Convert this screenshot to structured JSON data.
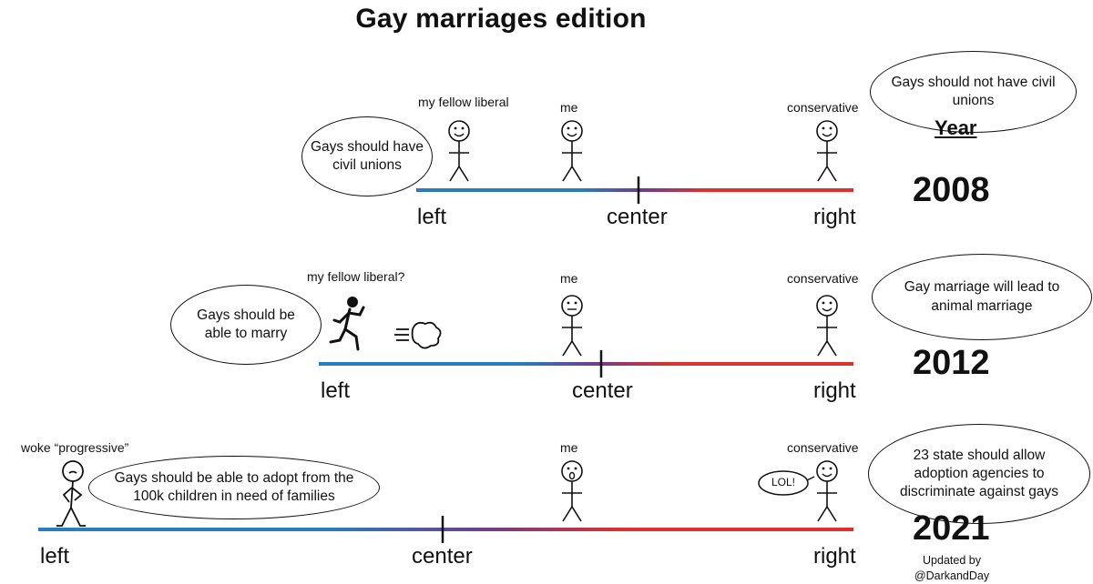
{
  "title": "Gay marriages edition",
  "year_header": "Year",
  "credit": {
    "line1": "Updated by",
    "line2": "@DarkandDay"
  },
  "axis": {
    "left": "left",
    "center": "center",
    "right": "right"
  },
  "colors": {
    "left": "#2b7bbf",
    "center": "#6e3d8a",
    "right": "#e0302d"
  },
  "panels": [
    {
      "year": "2008",
      "left_label": "my fellow liberal",
      "me_label": "me",
      "right_label": "conservative",
      "left_bubble": "Gays should have civil unions",
      "right_bubble": "Gays should not have civil unions"
    },
    {
      "year": "2012",
      "left_label": "my fellow liberal?",
      "me_label": "me",
      "right_label": "conservative",
      "left_bubble": "Gays should be able to marry",
      "right_bubble": "Gay marriage will lead to animal marriage"
    },
    {
      "year": "2021",
      "left_label": "woke “progressive”",
      "me_label": "me",
      "right_label": "conservative",
      "left_bubble": "Gays should be able to adopt from the 100k children in need of families",
      "right_bubble": "23 state should allow adoption agencies to discriminate against gays",
      "lol": "LOL!"
    }
  ]
}
